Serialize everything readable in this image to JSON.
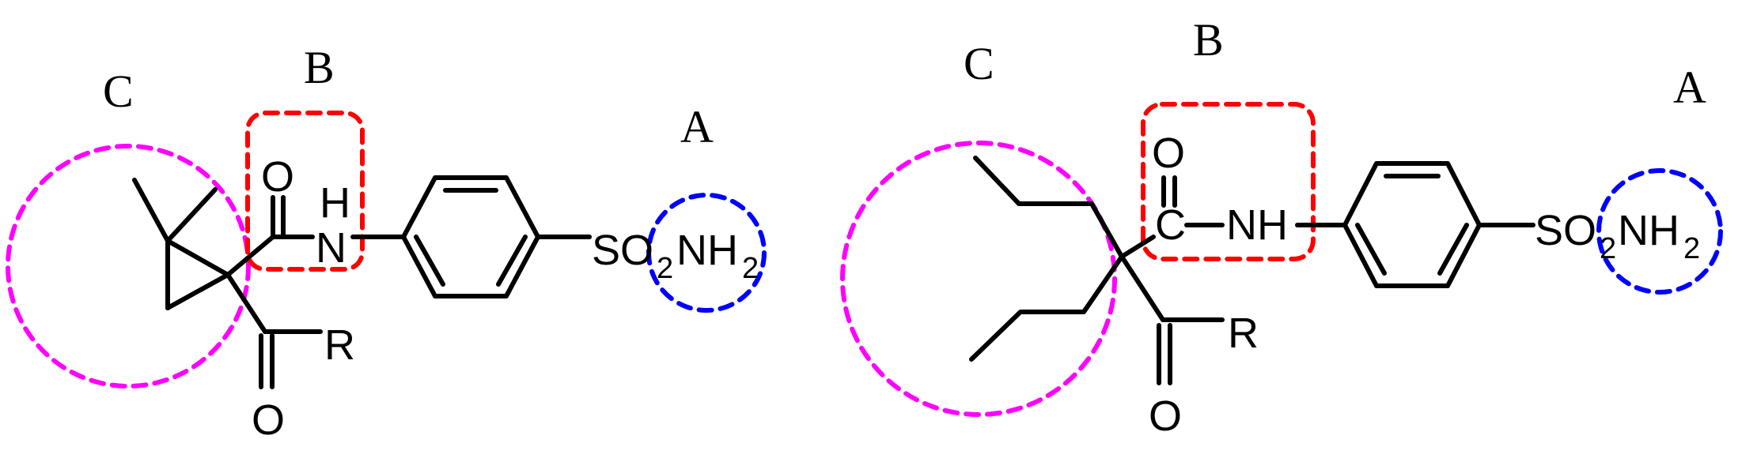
{
  "colors": {
    "region_c": "#ff00ff",
    "region_b": "#ff0000",
    "region_a": "#0000ff",
    "bonds": "#000000"
  },
  "labels": {
    "region_a": "A",
    "region_b": "B",
    "region_c": "C"
  },
  "atoms": {
    "oxygen": "O",
    "hydrogen": "H",
    "nitrogen": "N",
    "amide_nh": "NH",
    "carbon": "C",
    "r_group": "R",
    "sulfonamide_so": "SO",
    "sulfonamide_nh": "NH",
    "subscript_two": "2"
  }
}
